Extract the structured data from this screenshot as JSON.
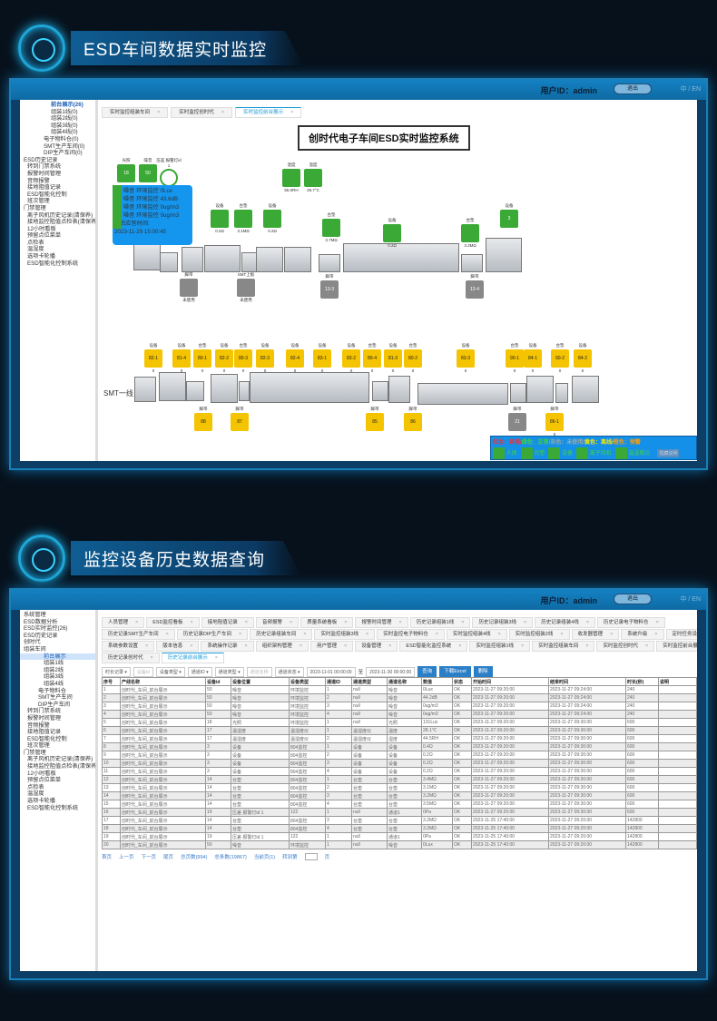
{
  "section1": {
    "title": "ESD车间数据实时监控"
  },
  "section2": {
    "title": "监控设备历史数据查询"
  },
  "header": {
    "user_id": "用户ID：admin",
    "logout": "退出",
    "lang": "中 / EN"
  },
  "s1": {
    "sidebar": [
      "前台展示(26)",
      "组装1线(0)",
      "组装2线(0)",
      "组装3线(0)",
      "组装4线(0)",
      "电子物料仓(0)",
      "SMT生产车间(0)",
      "DIP生产车间(0)",
      "ESD历史记录",
      "转到门禁系统",
      "报警时间管理",
      "音频报警",
      "接地阻值记录",
      "ESD智能化控制",
      "班次管理",
      "门禁管理",
      "离子风机历史记录(清保养)",
      "接地监控阻值点检表(清保养)",
      "12小时看板",
      "预留点位菜单",
      "点检表",
      "温湿度",
      "选项卡轮播",
      "ESD智能化控制系统"
    ],
    "tabs": [
      {
        "label": "实时监控组装车间"
      },
      {
        "label": "实时监控创时代"
      },
      {
        "label": "实时监控前台展示",
        "active": true
      }
    ],
    "app_title": "创时代电子车间ESD实时监控系统",
    "tooltip": [
      "噪音 环境监控 0Lux",
      "噪音 环境监控 43.6dB",
      "噪音 环境监控 0ug/m3",
      "噪音 环境监控 0ug/m3",
      "最后应答时间:",
      "2023-11-29 15:00:45"
    ],
    "devices": [
      {
        "top": "光照",
        "v": "18",
        "c": "g"
      },
      {
        "top": "噪音",
        "v": "50",
        "c": "g"
      },
      {
        "top": "压差 报警灯id 1",
        "v": "",
        "c": "g"
      },
      {
        "top": "湿度",
        "v": "",
        "c": "g",
        "bottom": "55.0RH"
      },
      {
        "top": "温度",
        "v": "",
        "c": "g",
        "bottom": "26.7°C"
      },
      {
        "top": "设备",
        "v": "",
        "c": "g",
        "bottom": "0.2Ω"
      },
      {
        "top": "台垫",
        "v": "",
        "c": "g",
        "bottom": "3.1MΩ"
      },
      {
        "top": "设备",
        "v": "",
        "c": "g",
        "bottom": "0.2Ω"
      },
      {
        "top": "台垫",
        "v": "",
        "c": "g",
        "bottom": "3.7MΩ"
      },
      {
        "top": "设备",
        "v": "",
        "c": "g",
        "bottom": "0.2Ω"
      },
      {
        "top": "台垫",
        "v": "",
        "c": "g",
        "bottom": "3.3MΩ"
      },
      {
        "top": "设备",
        "v": "3",
        "c": "g"
      },
      {
        "top": "脚带",
        "v": "",
        "c": "gr",
        "bottom": "未使用"
      },
      {
        "top": "SMT上板",
        "v": "",
        "c": "gr",
        "bottom": "未使用"
      },
      {
        "top": "脚带",
        "v": "13-3",
        "c": "gr"
      },
      {
        "top": "脚带",
        "v": "13-4",
        "c": "gr"
      },
      {
        "top": "设备",
        "v": "82-1",
        "c": "y",
        "bottom": "0"
      },
      {
        "top": "设备",
        "v": "81-4",
        "c": "y",
        "bottom": "0"
      },
      {
        "top": "台垫",
        "v": "80-1",
        "c": "y",
        "bottom": "0"
      },
      {
        "top": "设备",
        "v": "82-2",
        "c": "y",
        "bottom": "0"
      },
      {
        "top": "台垫",
        "v": "80-3",
        "c": "y",
        "bottom": "0"
      },
      {
        "top": "设备",
        "v": "82-3",
        "c": "y",
        "bottom": "0"
      },
      {
        "top": "设备",
        "v": "82-4",
        "c": "y",
        "bottom": "0"
      },
      {
        "top": "设备",
        "v": "83-1",
        "c": "y",
        "bottom": "0"
      },
      {
        "top": "设备",
        "v": "83-2",
        "c": "y",
        "bottom": "0"
      },
      {
        "top": "台垫",
        "v": "80-4",
        "c": "y",
        "bottom": "0"
      },
      {
        "top": "设备",
        "v": "81-3",
        "c": "y",
        "bottom": "0"
      },
      {
        "top": "台垫",
        "v": "80-2",
        "c": "y",
        "bottom": "0"
      },
      {
        "top": "设备",
        "v": "83-3",
        "c": "y",
        "bottom": "0"
      },
      {
        "top": "台垫",
        "v": "90-1",
        "c": "y",
        "bottom": "0"
      },
      {
        "top": "设备",
        "v": "84-1",
        "c": "y",
        "bottom": "0"
      },
      {
        "top": "台垫",
        "v": "90-2",
        "c": "y",
        "bottom": "0"
      },
      {
        "top": "设备",
        "v": "84-2",
        "c": "y",
        "bottom": "0"
      },
      {
        "top": "脚带",
        "v": "88",
        "c": "y"
      },
      {
        "top": "脚带",
        "v": "87",
        "c": "y"
      },
      {
        "top": "脚带",
        "v": "85",
        "c": "y"
      },
      {
        "top": "脚带",
        "v": "86",
        "c": "y"
      },
      {
        "top": "脚带",
        "v": "21",
        "c": "gr"
      },
      {
        "top": "脚带",
        "v": "86-1",
        "c": "y",
        "bottom": "0"
      }
    ],
    "line_label": "SMT一线",
    "legend": {
      "status": [
        {
          "t": "红色：异常/",
          "c": "#ff2a2a"
        },
        {
          "t": "绿色：正常/",
          "c": "#43d33a"
        },
        {
          "t": "灰色：未使用/",
          "c": "#9aa"
        },
        {
          "t": "黄色：离线/",
          "c": "#ffe600"
        },
        {
          "t": "橙色：预警",
          "c": "#ff9d00"
        }
      ],
      "items": [
        "人体",
        "台垫",
        "设备",
        "离子风机",
        "温湿度仪"
      ],
      "button": "隐藏说明"
    }
  },
  "s2": {
    "sidebar": [
      "系统管理",
      "ESD数据分析",
      "ESD实时监控(26)",
      "ESD历史记录",
      "创时代",
      "组装车间",
      "前台展示",
      "组装1线",
      "组装2线",
      "组装3线",
      "组装4线",
      "电子物料仓",
      "SMT生产车间",
      "DIP生产车间",
      "转到门禁系统",
      "报警时间管理",
      "音频报警",
      "接地阻值记录",
      "ESD智能化控制",
      "班次管理",
      "门禁管理",
      "离子风机历史记录(清保养)",
      "接地监控阻值点检表(清保养)",
      "12小时看板",
      "预留点位菜单",
      "点检表",
      "温湿度",
      "选项卡轮播",
      "ESD智能化控制系统"
    ],
    "tab_rows": [
      [
        "人员管理",
        "ESD监控看板",
        "接地阻值记录",
        "音频报警",
        "质量系统看板",
        "报警时间管理",
        "历史记录组装1线",
        "历史记录组装3线",
        "历史记录组装4线",
        "历史记录电子物料仓"
      ],
      [
        "历史记录SMT生产车间",
        "历史记录DIP生产车间",
        "历史记录组装车间",
        "实时监控组装3线",
        "实时监控电子物料仓",
        "实时监控组装4线",
        "实时监控组装2线",
        "收发器管理",
        "系统升级",
        "定时任务设置"
      ],
      [
        "系统参数设置",
        "版本信息",
        "系统操作记录",
        "组织架构管理",
        "用户管理",
        "设备管理",
        "ESD智能化监控系统",
        "实时监控组装1线",
        "实时监控组装车间",
        "实时监控创时代",
        "实时监控前台展示"
      ],
      [
        "历史记录创时代",
        "历史记录前台展示"
      ]
    ],
    "active_tab": "历史记录前台展示",
    "filters": {
      "duration": "时长记录",
      "device_id_ph": "设备id",
      "device_type": "设备类型",
      "channel_id": "通道ID",
      "channel_type": "通道类型",
      "channel_name_ph": "通道名称",
      "channel_status": "通道状态",
      "start": "2023-11-01 00:00:00",
      "to": "至",
      "end": "2023-11-30 00:00:00",
      "query": "查询",
      "excel": "下载Excel",
      "delete": "删除"
    },
    "columns": [
      "序号",
      "产线名称",
      "设备id",
      "设备位置",
      "设备类型",
      "通道ID",
      "通道类型",
      "通道名称",
      "数值",
      "状态",
      "开始时间",
      "结束时间",
      "时长(秒)",
      "说明"
    ],
    "rows": [
      [
        "1",
        "创时代_车间_前台展示",
        "50",
        "噪音",
        "环境监控",
        "1",
        "null",
        "噪音",
        "0Lux",
        "OK",
        "2023-11-27 09:20:00",
        "2023-11-27 09:24:00",
        "240",
        ""
      ],
      [
        "2",
        "创时代_车间_前台展示",
        "50",
        "噪音",
        "环境监控",
        "2",
        "null",
        "噪音",
        "44.2dB",
        "OK",
        "2023-11-27 09:20:00",
        "2023-11-27 09:24:00",
        "240",
        ""
      ],
      [
        "3",
        "创时代_车间_前台展示",
        "50",
        "噪音",
        "环境监控",
        "3",
        "null",
        "噪音",
        "0ug/m3",
        "OK",
        "2023-11-27 09:20:00",
        "2023-11-27 09:24:00",
        "240",
        ""
      ],
      [
        "4",
        "创时代_车间_前台展示",
        "50",
        "噪音",
        "环境监控",
        "4",
        "null",
        "噪音",
        "0ug/m3",
        "OK",
        "2023-11-27 09:20:00",
        "2023-11-27 09:24:00",
        "240",
        ""
      ],
      [
        "5",
        "创时代_车间_前台展示",
        "18",
        "光照",
        "环境监控",
        "1",
        "null",
        "光照",
        "131Lux",
        "OK",
        "2023-11-27 09:20:00",
        "2023-11-27 09:30:00",
        "600",
        ""
      ],
      [
        "6",
        "创时代_车间_前台展示",
        "17",
        "温湿度",
        "温湿度仪",
        "1",
        "温湿度仪",
        "温度",
        "28.1℃",
        "OK",
        "2023-11-27 09:20:00",
        "2023-11-27 09:30:00",
        "600",
        ""
      ],
      [
        "7",
        "创时代_车间_前台展示",
        "17",
        "温湿度",
        "温湿度仪",
        "2",
        "温湿度仪",
        "湿度",
        "44.5RH",
        "OK",
        "2023-11-27 09:20:00",
        "2023-11-27 09:30:00",
        "600",
        ""
      ],
      [
        "8",
        "创时代_车间_前台展示",
        "3",
        "设备",
        "804监控",
        "1",
        "设备",
        "设备",
        "0.4Ω",
        "OK",
        "2023-11-27 09:20:00",
        "2023-11-27 09:30:00",
        "600",
        ""
      ],
      [
        "9",
        "创时代_车间_前台展示",
        "3",
        "设备",
        "804监控",
        "2",
        "设备",
        "设备",
        "0.2Ω",
        "OK",
        "2023-11-27 09:20:00",
        "2023-11-27 09:30:00",
        "600",
        ""
      ],
      [
        "10",
        "创时代_车间_前台展示",
        "3",
        "设备",
        "804监控",
        "3",
        "设备",
        "设备",
        "0.2Ω",
        "OK",
        "2023-11-27 09:20:00",
        "2023-11-27 09:30:00",
        "600",
        ""
      ],
      [
        "11",
        "创时代_车间_前台展示",
        "3",
        "设备",
        "804监控",
        "4",
        "设备",
        "设备",
        "0.2Ω",
        "OK",
        "2023-11-27 09:20:00",
        "2023-11-27 09:30:00",
        "600",
        ""
      ],
      [
        "12",
        "创时代_车间_前台展示",
        "14",
        "台垫",
        "804监控",
        "1",
        "台垫",
        "台垫",
        "3.4MΩ",
        "OK",
        "2023-11-27 09:20:00",
        "2023-11-27 09:30:00",
        "600",
        ""
      ],
      [
        "13",
        "创时代_车间_前台展示",
        "14",
        "台垫",
        "804监控",
        "2",
        "台垫",
        "台垫",
        "3.1MΩ",
        "OK",
        "2023-11-27 09:20:00",
        "2023-11-27 09:30:00",
        "600",
        ""
      ],
      [
        "14",
        "创时代_车间_前台展示",
        "14",
        "台垫",
        "804监控",
        "3",
        "台垫",
        "台垫",
        "3.2MΩ",
        "OK",
        "2023-11-27 09:20:00",
        "2023-11-27 09:30:00",
        "600",
        ""
      ],
      [
        "15",
        "创时代_车间_前台展示",
        "14",
        "台垫",
        "804监控",
        "4",
        "台垫",
        "台垫",
        "3.5MΩ",
        "OK",
        "2023-11-27 09:20:00",
        "2023-11-27 09:30:00",
        "600",
        ""
      ],
      [
        "16",
        "创时代_车间_前台展示",
        "19",
        "压差 报警灯id 1",
        "122",
        "1",
        "null",
        "通道1",
        "0Pa",
        "OK",
        "2023-11-27 09:20:00",
        "2023-11-27 09:30:00",
        "600",
        ""
      ],
      [
        "17",
        "创时代_车间_前台展示",
        "14",
        "台垫",
        "804监控",
        "3",
        "台垫",
        "台垫",
        "3.2MΩ",
        "OK",
        "2023-11-25 17:40:00",
        "2023-11-27 09:20:00",
        "142800",
        ""
      ],
      [
        "18",
        "创时代_车间_前台展示",
        "14",
        "台垫",
        "804监控",
        "4",
        "台垫",
        "台垫",
        "3.2MΩ",
        "OK",
        "2023-11-25 17:40:00",
        "2023-11-27 09:20:00",
        "142800",
        ""
      ],
      [
        "19",
        "创时代_车间_前台展示",
        "19",
        "压差 报警灯id 1",
        "122",
        "1",
        "null",
        "通道1",
        "0Pa",
        "OK",
        "2023-11-25 17:40:00",
        "2023-11-27 09:20:00",
        "142800",
        ""
      ],
      [
        "20",
        "创时代_车间_前台展示",
        "50",
        "噪音",
        "环境监控",
        "1",
        "null",
        "噪音",
        "0Lux",
        "OK",
        "2023-11-25 17:40:00",
        "2023-11-27 09:20:00",
        "142800",
        ""
      ]
    ],
    "pager": [
      "首页",
      "上一页",
      "下一页",
      "尾页",
      "总页数(994)",
      "总条数(19867)",
      "当前页(1)",
      "转到第"
    ],
    "pager_suffix": "页"
  }
}
